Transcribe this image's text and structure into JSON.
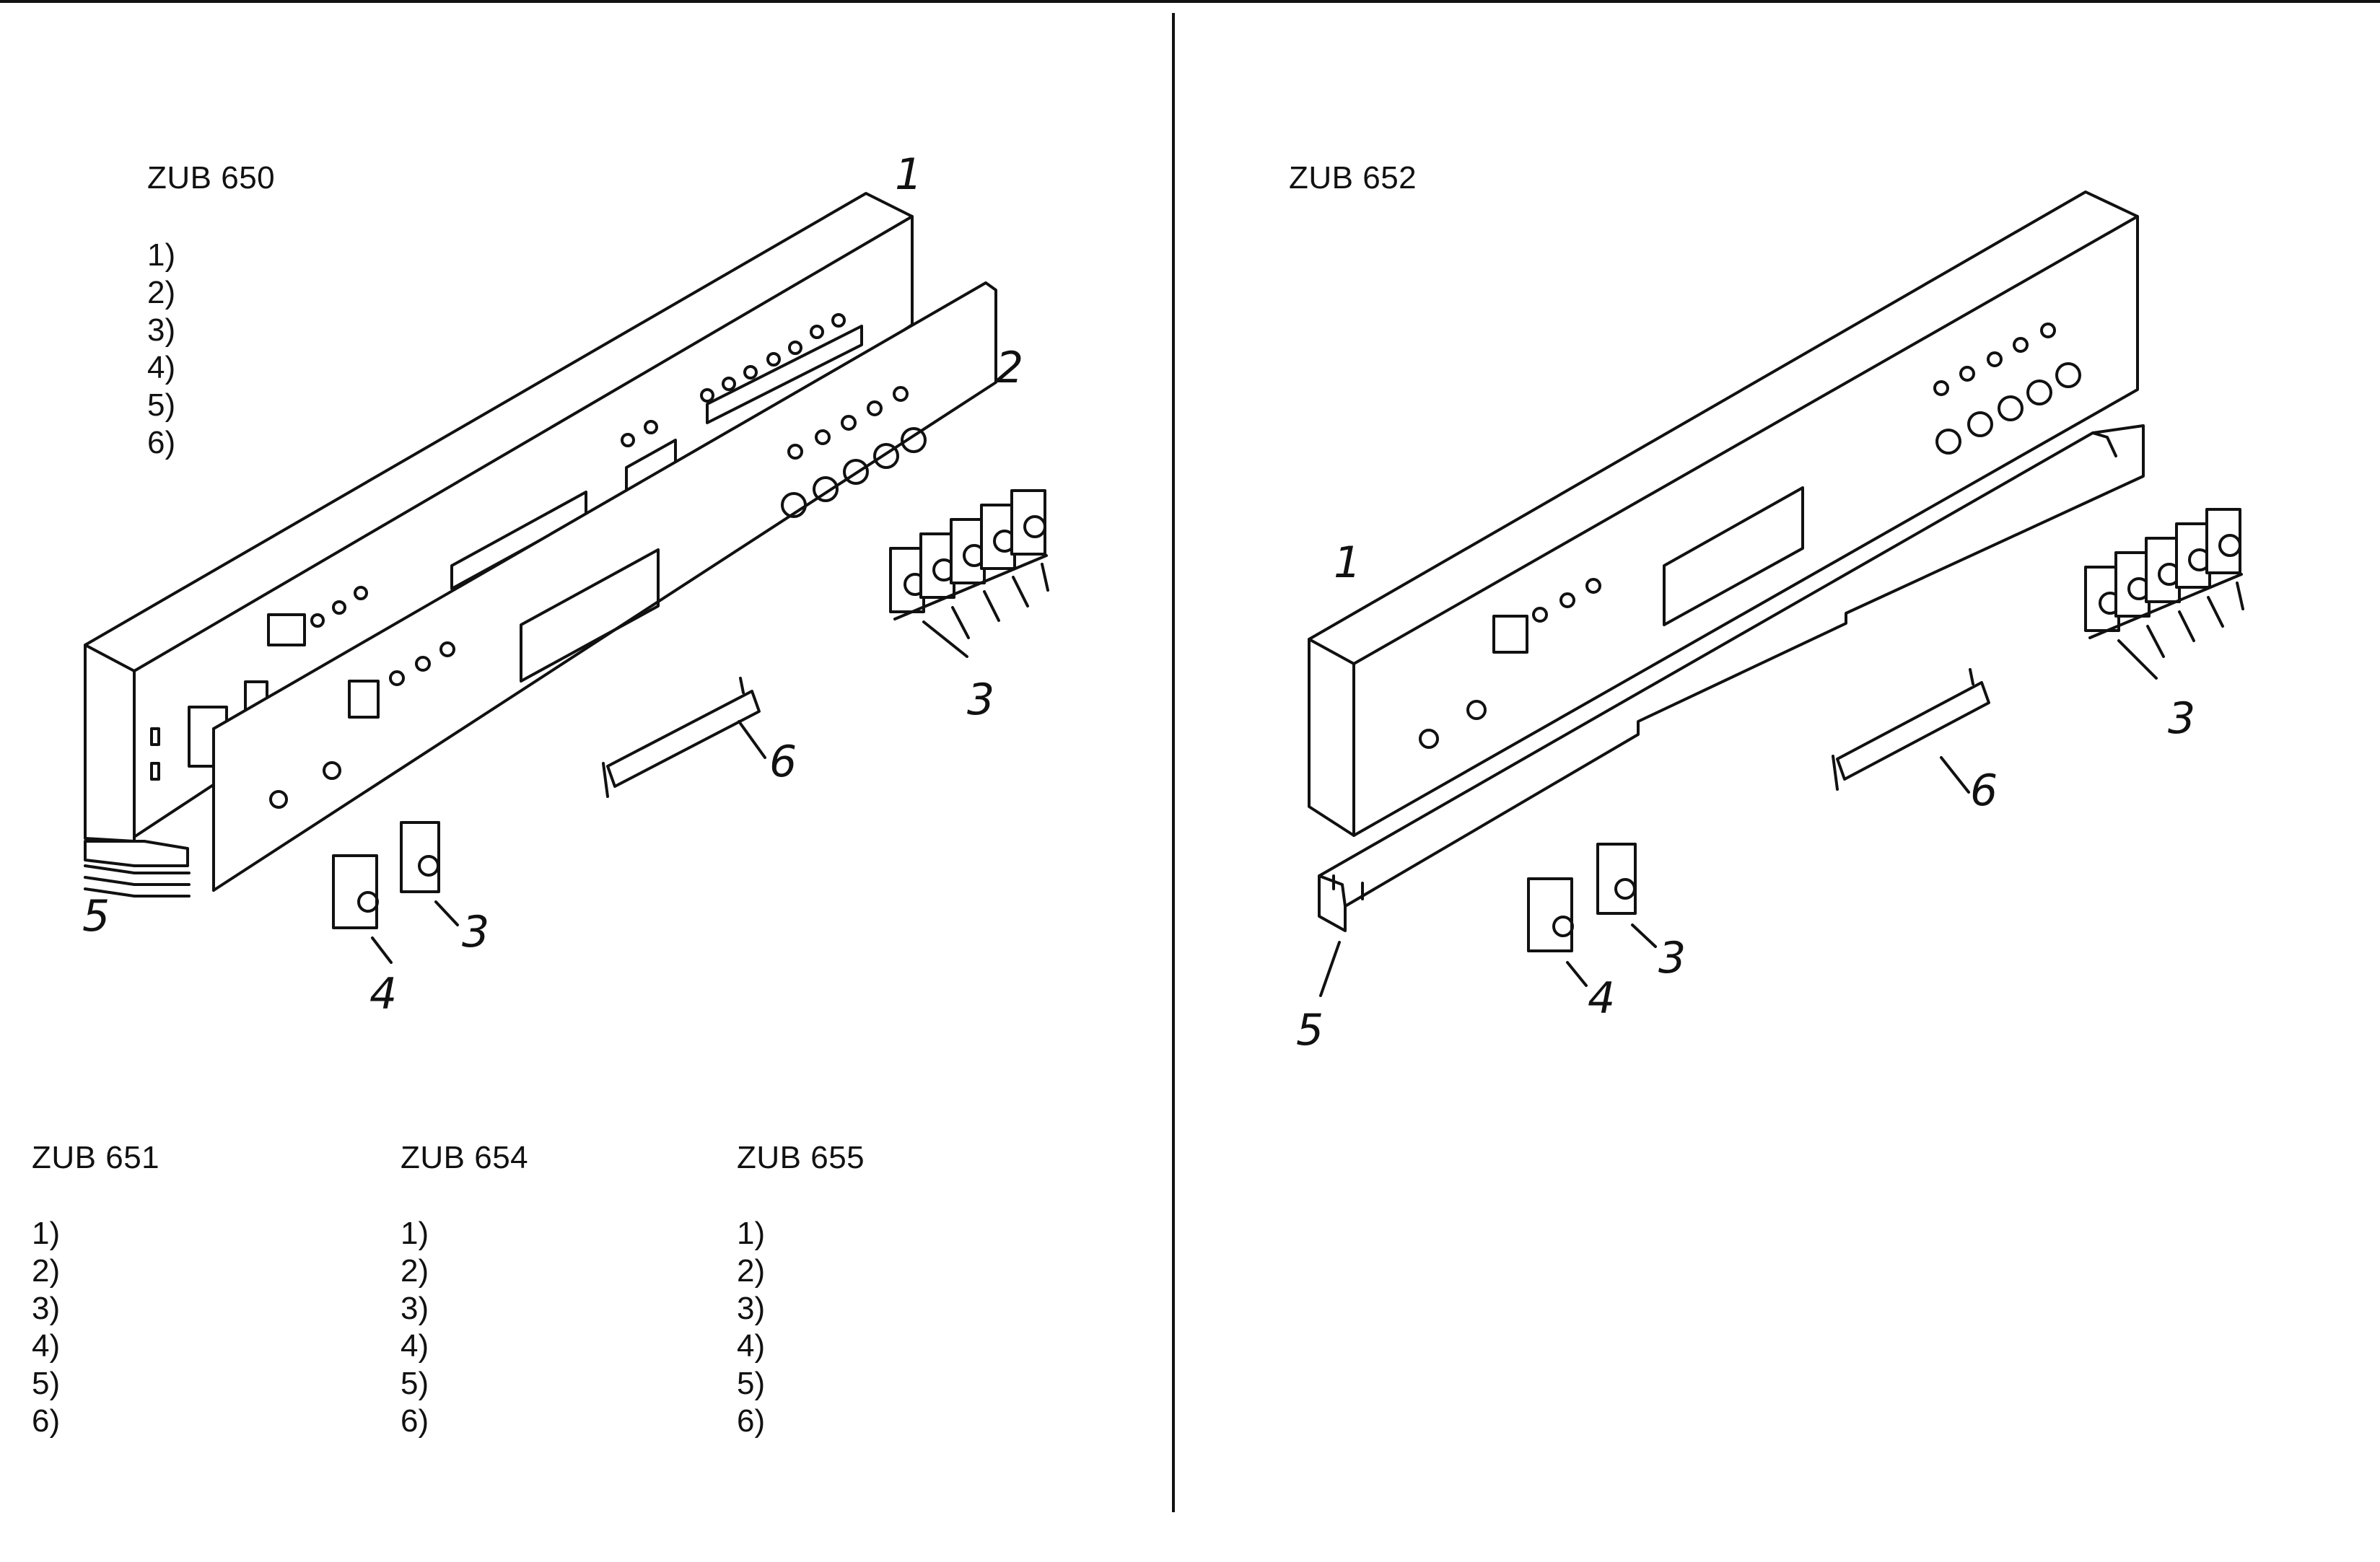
{
  "left_section": {
    "title": "ZUB 650",
    "items": [
      "1)",
      "2)",
      "3)",
      "4)",
      "5)",
      "6)"
    ],
    "callouts": {
      "c1": "1",
      "c2": "2",
      "c3a": "3",
      "c3b": "3",
      "c4": "4",
      "c5": "5",
      "c6": "6"
    }
  },
  "right_section": {
    "title": "ZUB 652",
    "callouts": {
      "c1": "1",
      "c3a": "3",
      "c3b": "3",
      "c4": "4",
      "c5": "5",
      "c6": "6"
    }
  },
  "bottom_sections": [
    {
      "title": "ZUB 651",
      "items": [
        "1)",
        "2)",
        "3)",
        "4)",
        "5)",
        "6)"
      ]
    },
    {
      "title": "ZUB 654",
      "items": [
        "1)",
        "2)",
        "3)",
        "4)",
        "5)",
        "6)"
      ]
    },
    {
      "title": "ZUB 655",
      "items": [
        "1)",
        "2)",
        "3)",
        "4)",
        "5)",
        "6)"
      ]
    }
  ]
}
